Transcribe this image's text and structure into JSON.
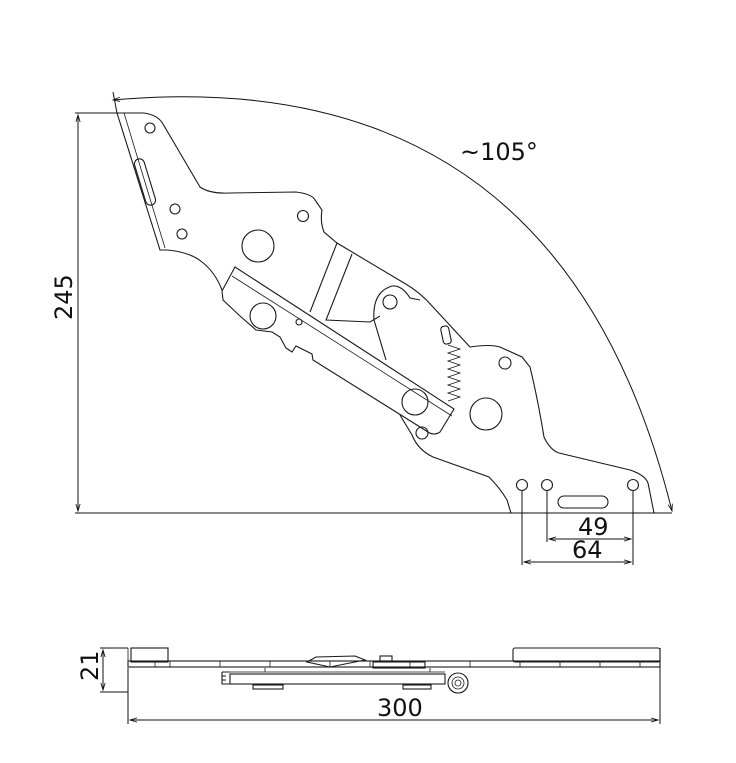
{
  "drawing": {
    "angle_label": "~105°",
    "height_label": "245",
    "hole_spacing_inner_label": "49",
    "hole_spacing_outer_label": "64",
    "thickness_label": "21",
    "length_label": "300"
  }
}
